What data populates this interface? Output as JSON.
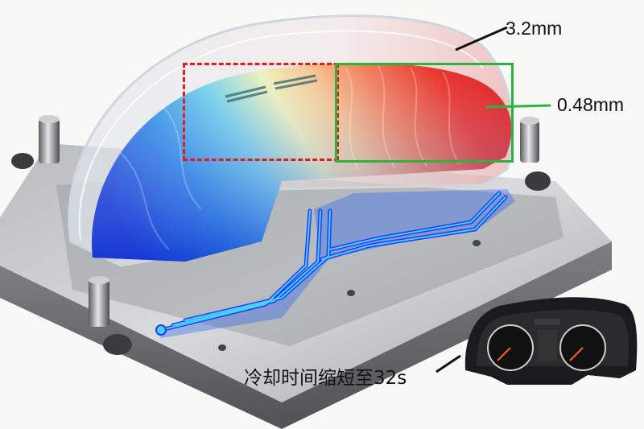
{
  "figure": {
    "subject": "Injection mold with instrument cluster cover part showing cooling temperature distribution and conformal cooling channels",
    "annotations": {
      "wall_thickness_label": "3.2mm",
      "thin_wall_label": "0.48mm",
      "cooling_time_label": "冷却时间缩短至32s"
    },
    "highlight_boxes": [
      {
        "name": "thick-region-box",
        "style": "dashed",
        "color": "#e51b1b"
      },
      {
        "name": "thin-region-box",
        "style": "solid",
        "color": "#2ab53a"
      }
    ],
    "heatmap": {
      "colors": {
        "cold": "#1f4fe0",
        "cool": "#3fb6e8",
        "mid": "#f3efb0",
        "warm": "#f39a6a",
        "hot": "#e81e1e"
      }
    },
    "cooling_channel_color": "#1ea8ff",
    "mold_color": "#8b8d90",
    "inset": {
      "name": "instrument-cluster-photo"
    }
  }
}
